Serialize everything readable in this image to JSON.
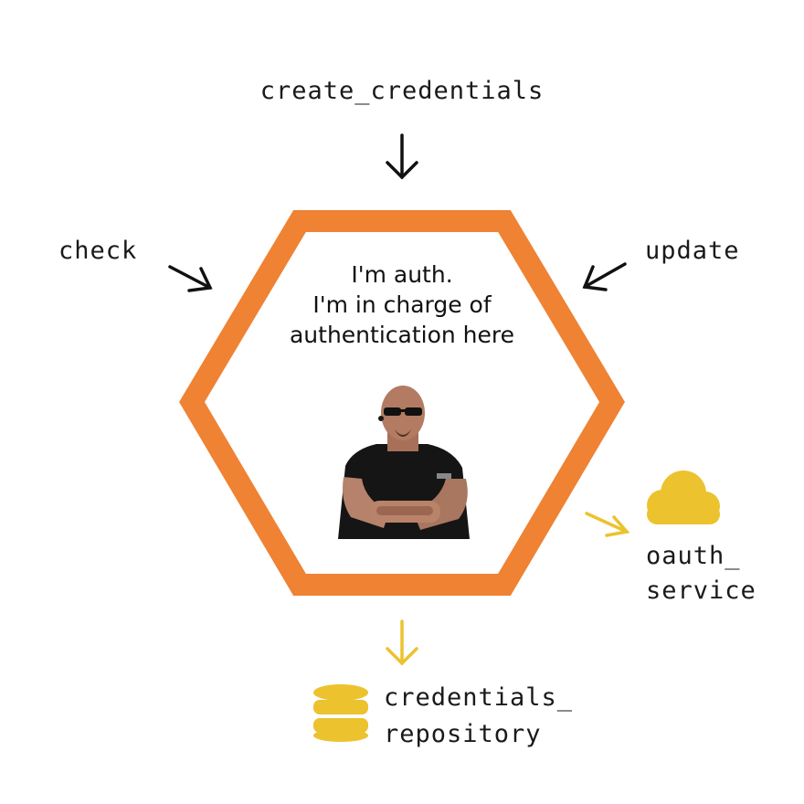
{
  "inputs": {
    "top": "create_credentials",
    "left": "check",
    "right": "update"
  },
  "core": {
    "line1": "I'm auth.",
    "line2": "I'm in charge of",
    "line3": "authentication here"
  },
  "outputs": {
    "service_line1": "oauth_",
    "service_line2": "service",
    "repo_line1": "credentials_",
    "repo_line2": "repository"
  },
  "icons": {
    "service": "cloud-icon",
    "repo": "database-icon",
    "core": "bouncer-figure"
  },
  "colors": {
    "hexagon": "#EF8233",
    "outbound": "#ECC22E",
    "inbound": "#111111"
  }
}
